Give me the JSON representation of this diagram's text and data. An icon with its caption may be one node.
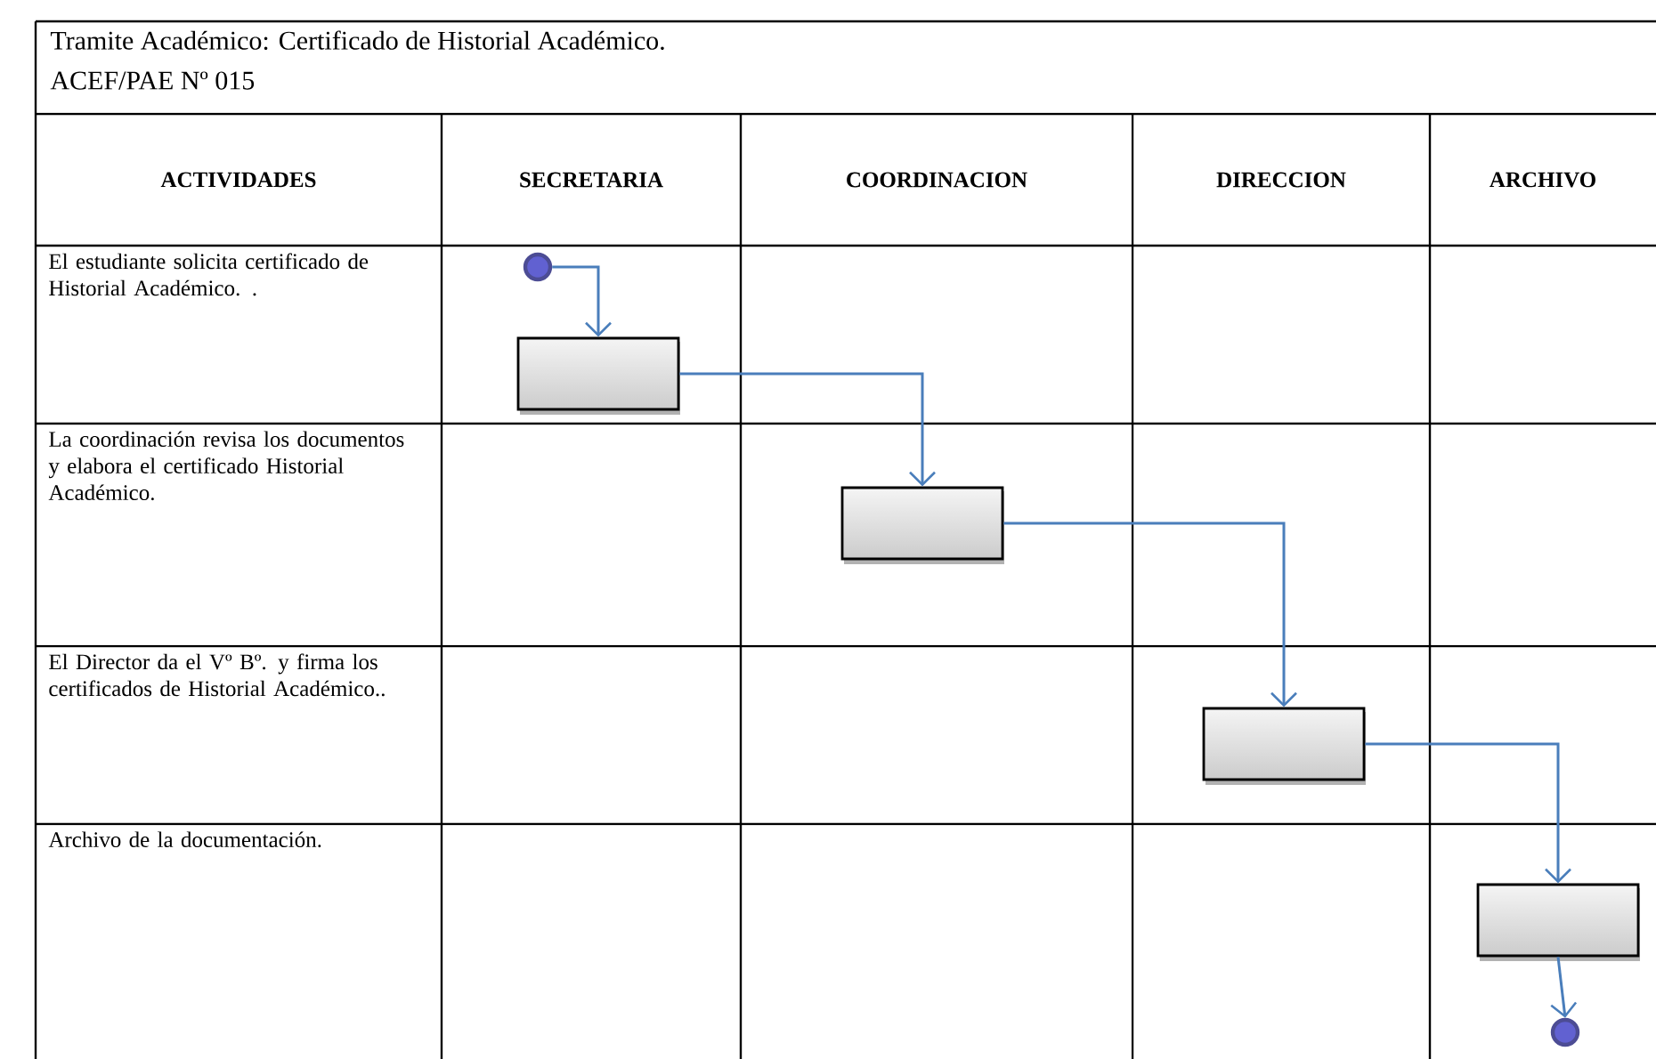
{
  "diagram": {
    "title": "Tramite Académico: Certificado de Historial Académico.",
    "nodes": [
      {
        "text": [],
        "shape": "circle"
      },
      {
        "text": [],
        "shape": "box"
      },
      {
        "text": [],
        "shape": "box"
      },
      {
        "text": [],
        "shape": "box"
      },
      {
        "text": [],
        "shape": "box"
      },
      {
        "text": [],
        "shape": "circle"
      }
    ],
    "edges": [
      {
        "from": 0,
        "to": 1,
        "arrow": "to"
      },
      {
        "from": 1,
        "to": 2,
        "arrow": "to"
      },
      {
        "from": 2,
        "to": 3,
        "arrow": "to"
      },
      {
        "from": 3,
        "to": 4,
        "arrow": "to"
      },
      {
        "from": 4,
        "to": 5,
        "arrow": "to"
      }
    ],
    "labels": [
      "ACEF/PAE Nº 015",
      "ACTIVIDADES",
      "SECRETARIA",
      "COORDINACION",
      "DIRECCION",
      "ARCHIVO",
      "El estudiante solicita certificado de Historial Académico. .",
      "La coordinación revisa los documentos y elabora el certificado Historial Académico.",
      "El Director da el Vº Bº. y firma los certificados de Historial Académico..",
      "Archivo de la documentación."
    ]
  }
}
